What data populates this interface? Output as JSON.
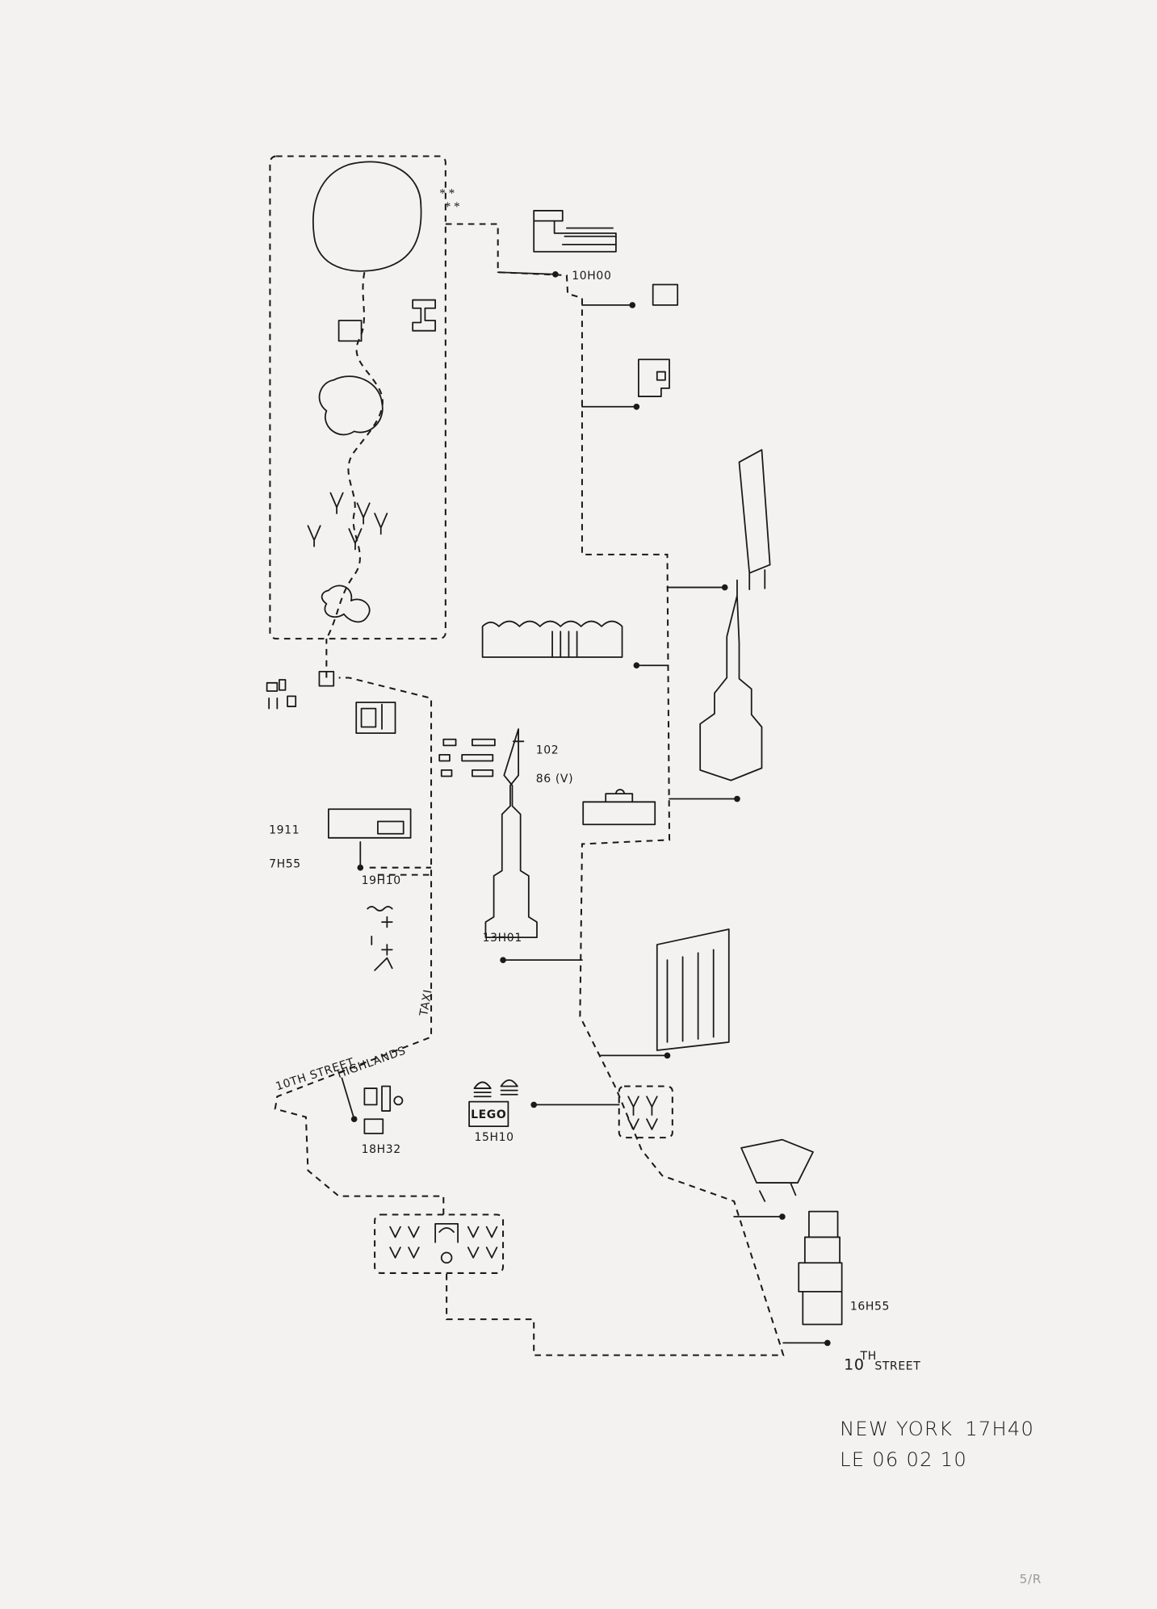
{
  "title": "NEW YORK",
  "end_time": "17H40",
  "date": "LE 06 02 10",
  "edition": "5/R",
  "colors": {
    "ink": "#1a1a1a",
    "paper": "#f3f2f0",
    "pencil": "#9a9a9a"
  },
  "stops": {
    "museum": "10H00",
    "empire_height_1": "102",
    "empire_height_2": "86 (V)",
    "empire_time": "13H01",
    "year": "1911",
    "library_time": "7H55",
    "nightlife_time": "19H10",
    "taxi": "TAXI",
    "street_a": "10TH STREET",
    "highlands": "HIGHLANDS",
    "bar_time": "18H32",
    "lego_sign": "LEGO",
    "lego_time": "15H10",
    "stacked_time": "16H55",
    "end_street_num": "10",
    "end_street_sup": "TH",
    "end_street": "STREET"
  }
}
